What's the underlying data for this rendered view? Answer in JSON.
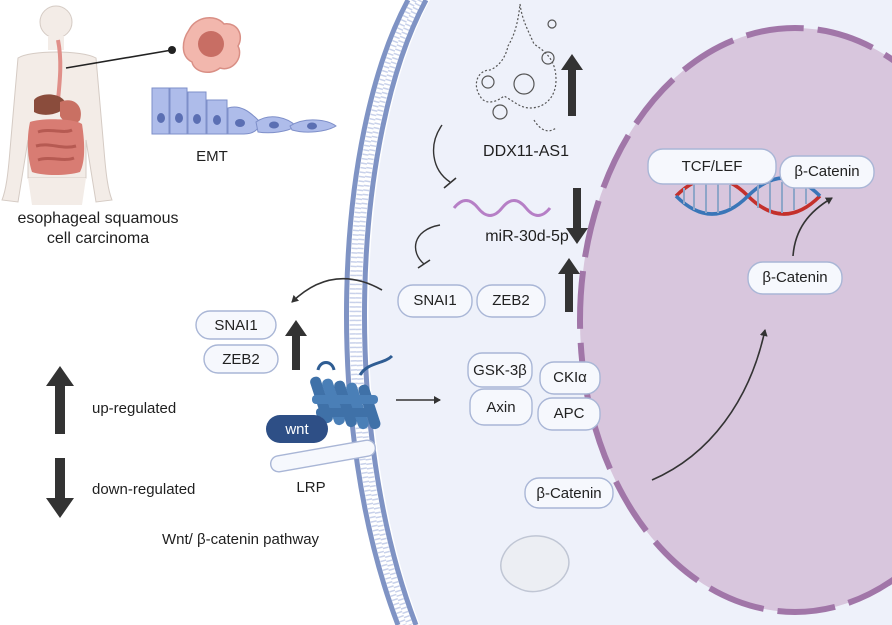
{
  "labels": {
    "disease": [
      "esophageal squamous",
      "cell carcinoma"
    ],
    "emt": "EMT",
    "lncrna": "DDX11-AS1",
    "mirna": "miR-30d-5p",
    "up_legend": "up-regulated",
    "down_legend": "down-regulated",
    "lrp": "LRP",
    "wnt": "wnt",
    "pathway": "Wnt/ β-catenin pathway"
  },
  "proteins": {
    "snai1": "SNAI1",
    "zeb2": "ZEB2",
    "gsk3b": "GSK-3β",
    "ckia": "CKIα",
    "axin": "Axin",
    "apc": "APC",
    "bcatenin": "β-Catenin",
    "tcflef": "TCF/LEF"
  },
  "colors": {
    "membrane": "#7f93c4",
    "cytoplasm": "#eef1fa",
    "nucleus": "#d8c6dd",
    "nucleus_edge": "#a176a8",
    "receptor": "#3f71a8",
    "wnt": "#2e4f86",
    "arrow": "#333333",
    "mirna": "#b67fc6",
    "dna_red": "#c4302b",
    "dna_blue": "#3a76b8"
  }
}
